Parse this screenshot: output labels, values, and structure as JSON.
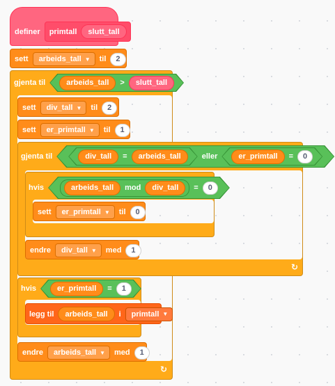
{
  "define": {
    "keyword": "definer",
    "name": "primtall",
    "param": "slutt_tall"
  },
  "set_start": {
    "keyword": "sett",
    "variable": "arbeids_tall",
    "to": "til",
    "value": "2"
  },
  "outer_loop": {
    "keyword": "gjenta til",
    "left": "arbeids_tall",
    "op": ">",
    "right": "slutt_tall",
    "set_div": {
      "keyword": "sett",
      "variable": "div_tall",
      "to": "til",
      "value": "2"
    },
    "set_prime": {
      "keyword": "sett",
      "variable": "er_primtall",
      "to": "til",
      "value": "1"
    },
    "inner_loop": {
      "keyword": "gjenta til",
      "cond_left": {
        "left": "div_tall",
        "op": "=",
        "right": "arbeids_tall"
      },
      "or": "eller",
      "cond_right": {
        "left": "er_primtall",
        "op": "=",
        "right": "0"
      },
      "if_block": {
        "keyword": "hvis",
        "a": "arbeids_tall",
        "mod": "mod",
        "b": "div_tall",
        "op": "=",
        "value": "0",
        "set": {
          "keyword": "sett",
          "variable": "er_primtall",
          "to": "til",
          "value": "0"
        }
      },
      "change": {
        "keyword": "endre",
        "variable": "div_tall",
        "by": "med",
        "value": "1"
      },
      "loop_arrow": "↻"
    },
    "if_prime": {
      "keyword": "hvis",
      "left": "er_primtall",
      "op": "=",
      "value": "1",
      "add": {
        "keyword": "legg til",
        "item": "arbeids_tall",
        "in": "i",
        "list": "primtall"
      }
    },
    "change": {
      "keyword": "endre",
      "variable": "arbeids_tall",
      "by": "med",
      "value": "1"
    },
    "loop_arrow": "↻"
  },
  "icons": {
    "dropdown": "▼"
  }
}
